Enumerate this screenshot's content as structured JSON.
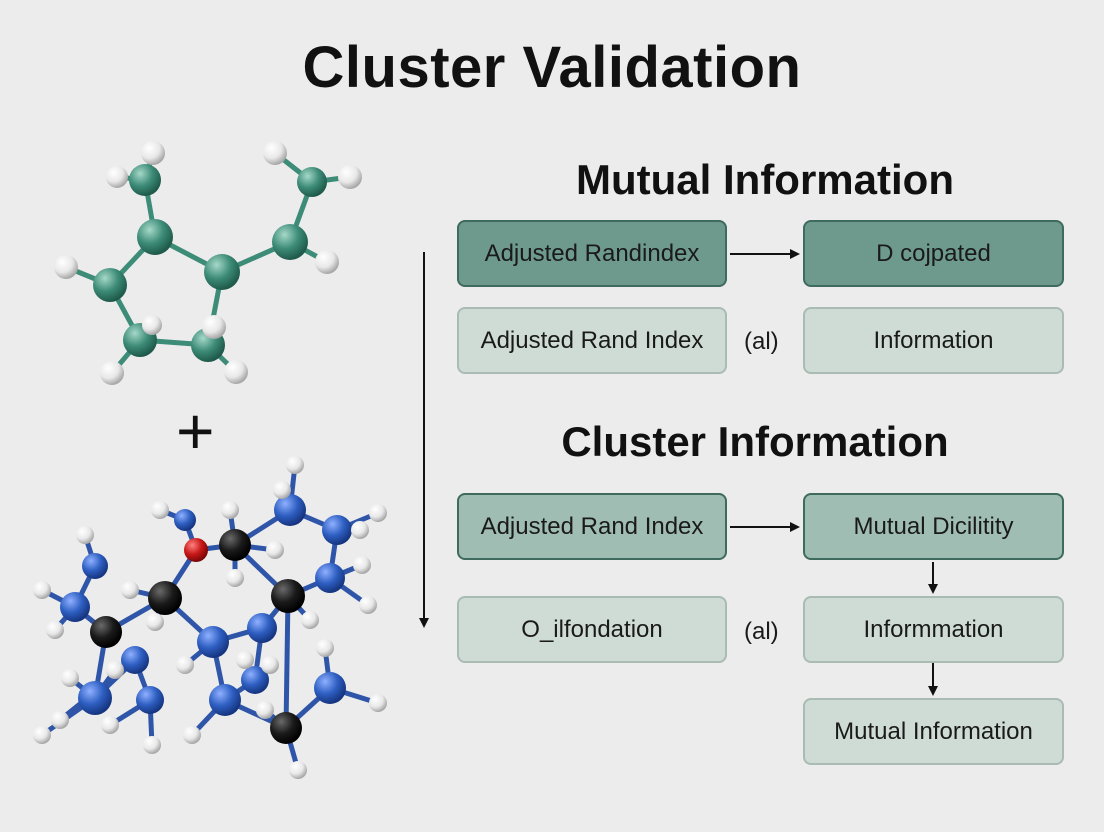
{
  "title": "Cluster Validation",
  "plus_symbol": "+",
  "section1": {
    "heading": "Mutual Information",
    "row1": {
      "left": "Adjusted Randindex",
      "right": "D cojpated"
    },
    "row2": {
      "left": "Adjusted Rand Index",
      "note": "(al)",
      "right": "Information"
    }
  },
  "section2": {
    "heading": "Cluster Information",
    "row1": {
      "left": "Adjusted Rand Index",
      "right": "Mutual Dicilitity"
    },
    "row2": {
      "left": "O_ilfondation",
      "note": "(al)",
      "right": "Informmation"
    },
    "row3": {
      "right": "Mutual Information"
    }
  },
  "colors": {
    "teal_atom": "#3d8c78",
    "blue_atom": "#2e5fc2",
    "black_atom": "#1a1a1a",
    "red_atom": "#c81818",
    "h_atom": "#f2f2f2",
    "box_dark": "#6e9a8e",
    "box_light": "#cfdcd6"
  }
}
